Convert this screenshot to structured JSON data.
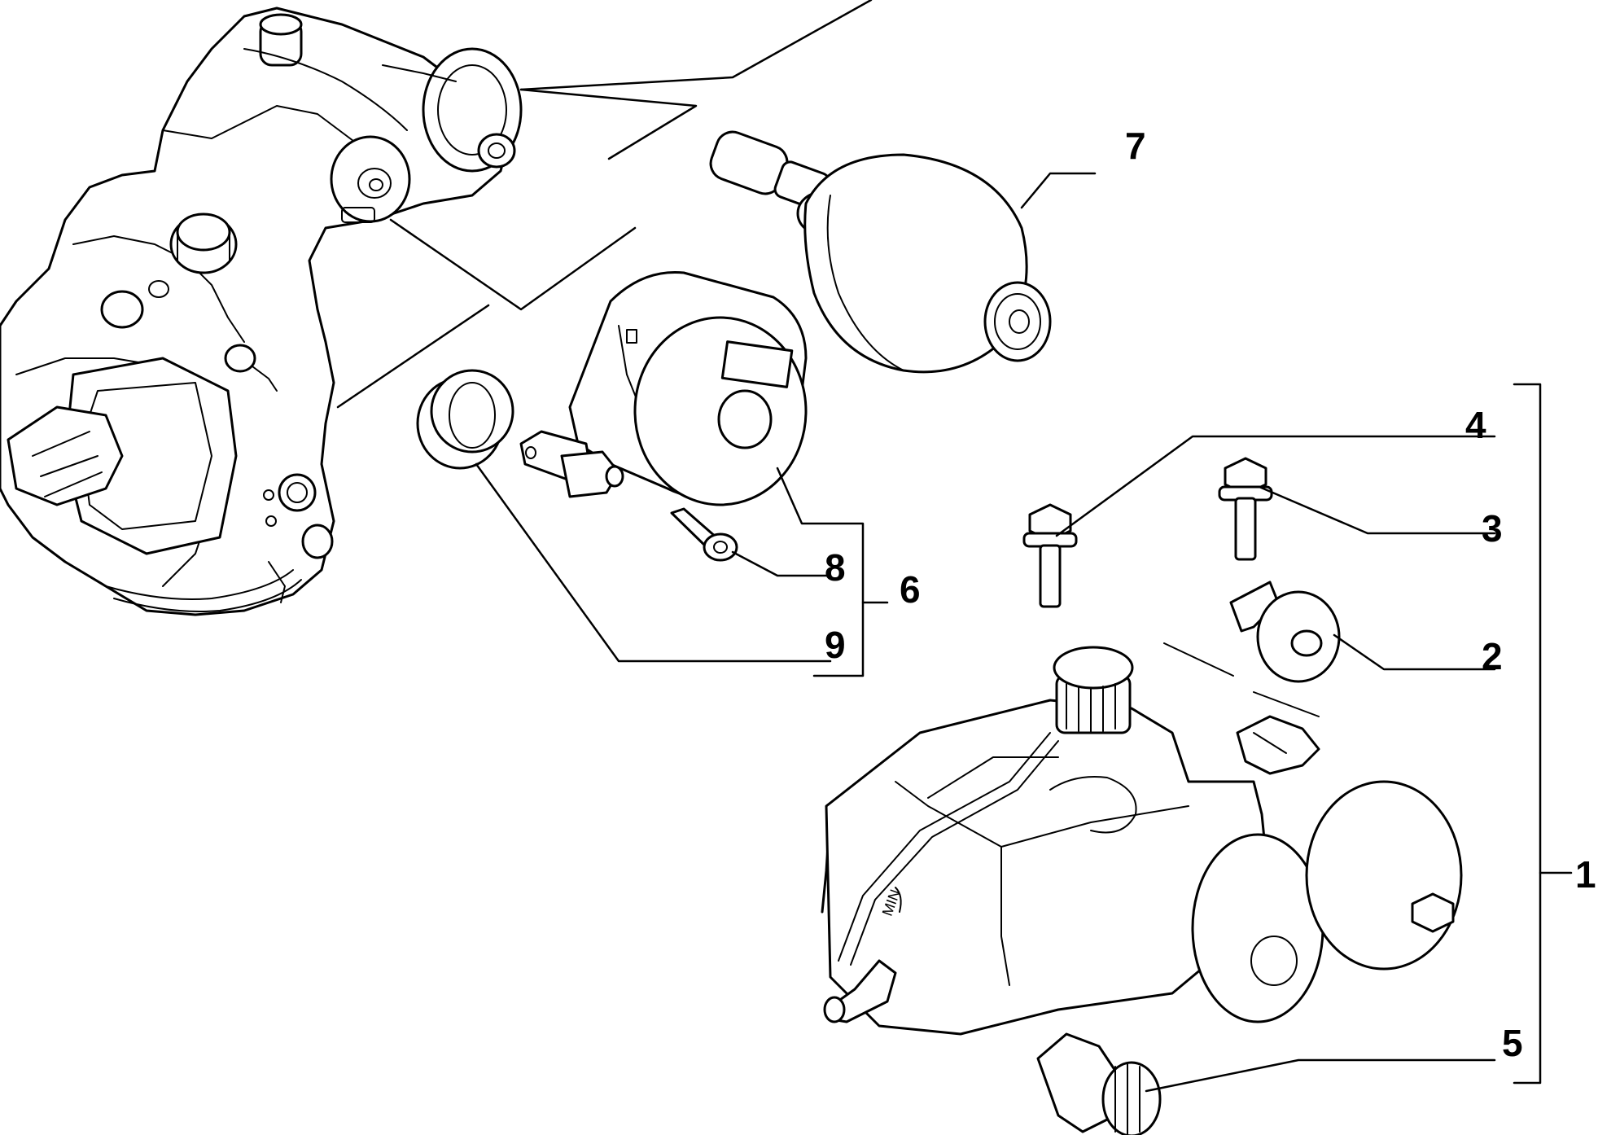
{
  "callouts": {
    "c1": "1",
    "c2": "2",
    "c3": "3",
    "c4": "4",
    "c5": "5",
    "c6": "6",
    "c7": "7",
    "c8": "8",
    "c9": "9"
  },
  "markings": {
    "min_label": "MIN"
  }
}
